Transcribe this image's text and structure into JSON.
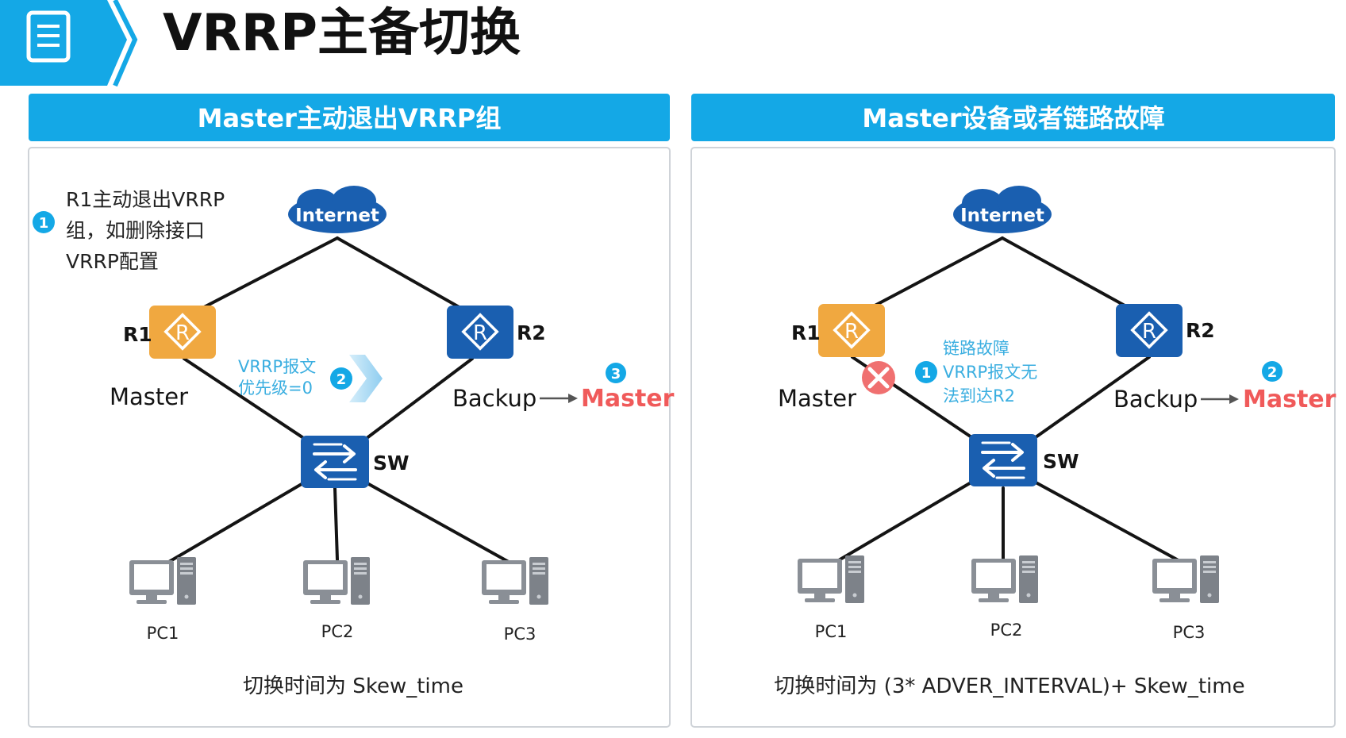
{
  "page": {
    "title": "VRRP主备切换",
    "icon": "document-icon"
  },
  "left_panel": {
    "header": "Master主动退出VRRP组",
    "step1_num": "1",
    "step1_lines": [
      "R1主动退出VRRP",
      "组，如删除接口",
      "VRRP配置"
    ],
    "internet": "Internet",
    "r1": "R1",
    "r2": "R2",
    "sw": "SW",
    "r1_role": "Master",
    "r2_role": "Backup",
    "r2_new_role": "Master",
    "vrrp_lines": [
      "VRRP报文",
      "优先级=0"
    ],
    "step2_num": "2",
    "step3_num": "3",
    "pcs": [
      "PC1",
      "PC2",
      "PC3"
    ],
    "footer": "切换时间为 Skew_time"
  },
  "right_panel": {
    "header": "Master设备或者链路故障",
    "internet": "Internet",
    "r1": "R1",
    "r2": "R2",
    "sw": "SW",
    "r1_role": "Master",
    "r2_role": "Backup",
    "r2_new_role": "Master",
    "fault_lines": [
      "链路故障",
      "VRRP报文无",
      "法到达R2"
    ],
    "step1_num": "1",
    "step2_num": "2",
    "pcs": [
      "PC1",
      "PC2",
      "PC3"
    ],
    "footer": "切换时间为 (3* ADVER_INTERVAL)+ Skew_time"
  },
  "colors": {
    "accent": "#14a8e6",
    "router_master": "#f0a840",
    "router_backup": "#1a5fb0",
    "new_master": "#f05a5a",
    "fault": "#f07070",
    "vrrp_text": "#3aaee0"
  }
}
